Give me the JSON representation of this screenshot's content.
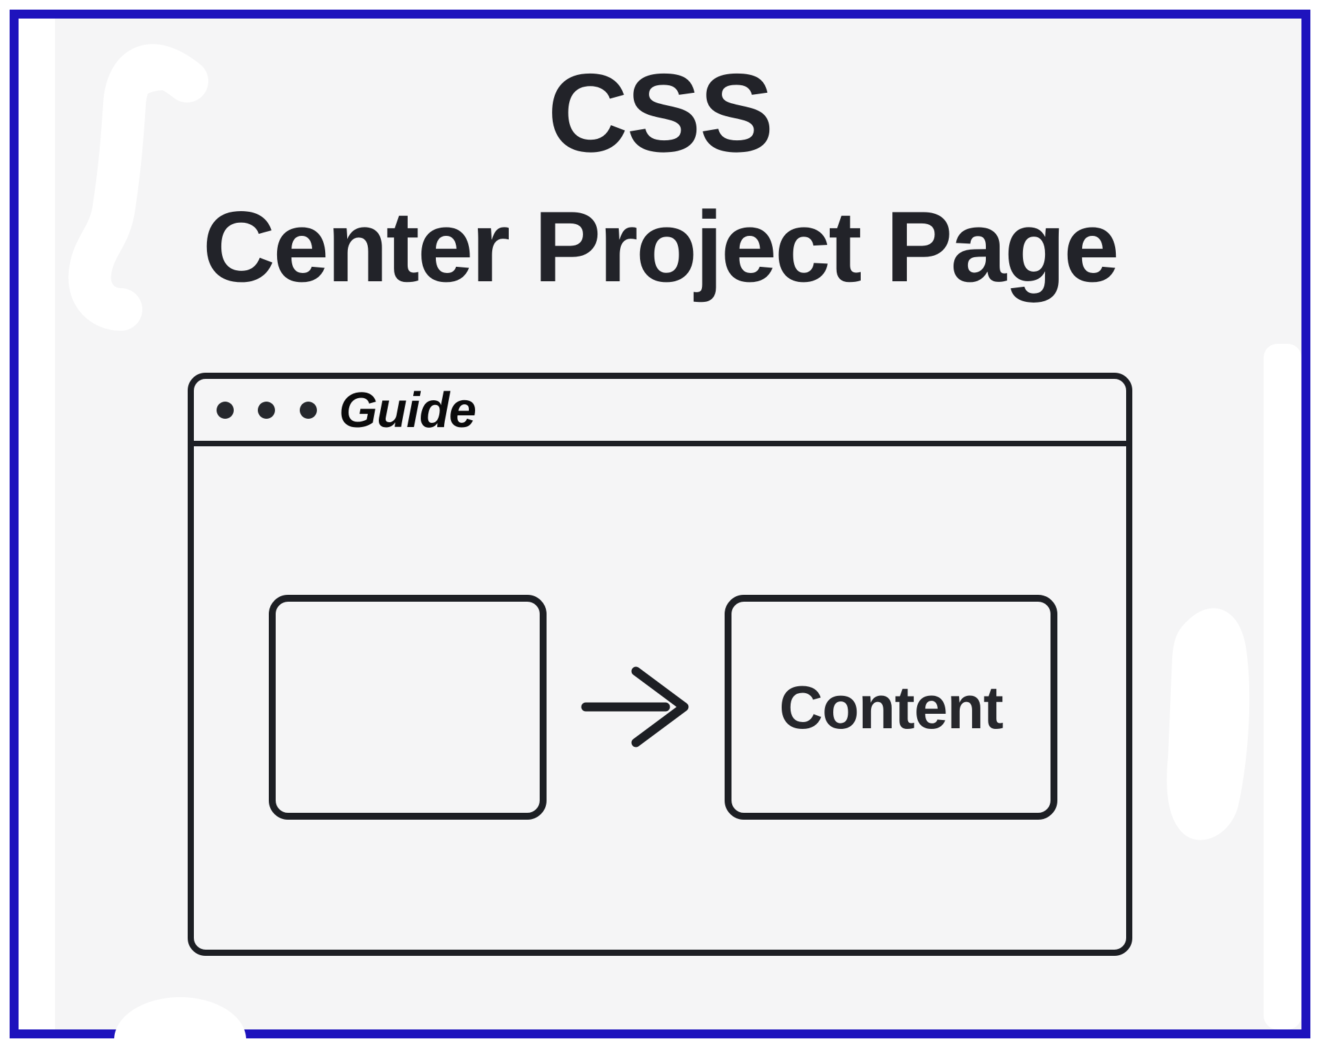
{
  "theme": {
    "page_border_blue": "#1e13bd",
    "canvas_bg": "#f5f5f6",
    "stroke_dark": "#1d1f24",
    "heading_color": "#222329",
    "guide_color": "#0b0b0c",
    "watermark_white": "#ffffff"
  },
  "header": {
    "title_line1": "CSS",
    "title_line2": "Center Project Page"
  },
  "browser_window": {
    "titlebar": {
      "label": "Guide"
    },
    "content_box": {
      "label": "Content"
    }
  }
}
